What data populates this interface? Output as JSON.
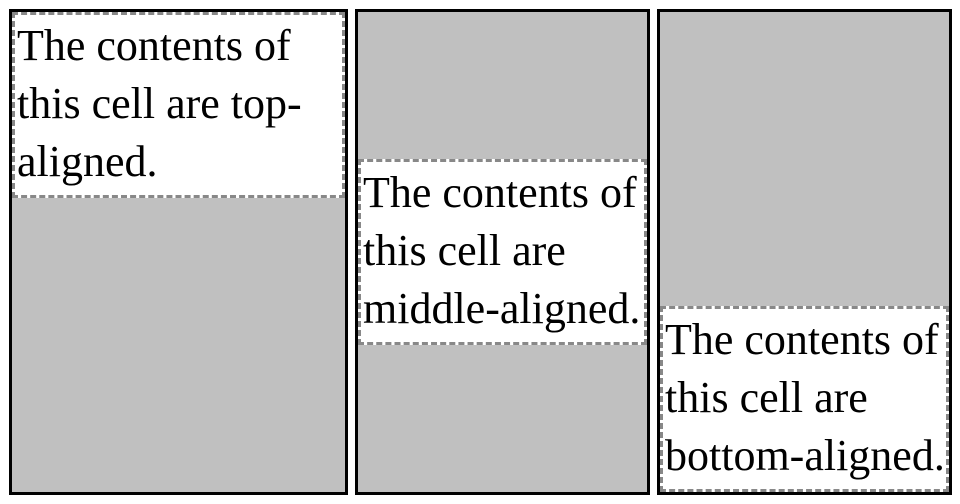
{
  "cells": [
    {
      "alignment": "top",
      "text": "The contents of this cell are top-aligned."
    },
    {
      "alignment": "middle",
      "text": "The contents of this cell are middle-aligned."
    },
    {
      "alignment": "bottom",
      "text": "The contents of this cell are bottom-aligned."
    }
  ],
  "colors": {
    "cell_background": "#c0c0c0",
    "cell_border": "#000000",
    "content_background": "#ffffff",
    "content_border": "#888888"
  }
}
